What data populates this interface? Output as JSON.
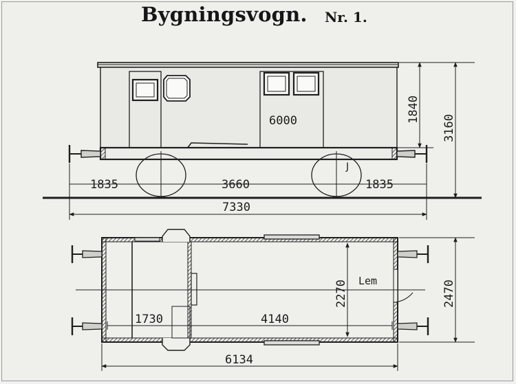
{
  "title": "Bygningsvogn.",
  "number": "Nr. 1.",
  "side_view": {
    "car_number": "6000",
    "wheel_mark": "J",
    "dims": {
      "overhang_left": "1835",
      "wheelbase": "3660",
      "overhang_right": "1835",
      "length_over_buffers": "7330",
      "body_height": "1840",
      "total_height": "3160"
    }
  },
  "plan_view": {
    "dims": {
      "compartment": "1730",
      "main_room": "4140",
      "inner_width": "2270",
      "outer_width": "2470",
      "body_length": "6134"
    },
    "floor_label": "Lem"
  },
  "colors": {
    "ink": "#1e1e1e",
    "paper": "#efefec"
  }
}
